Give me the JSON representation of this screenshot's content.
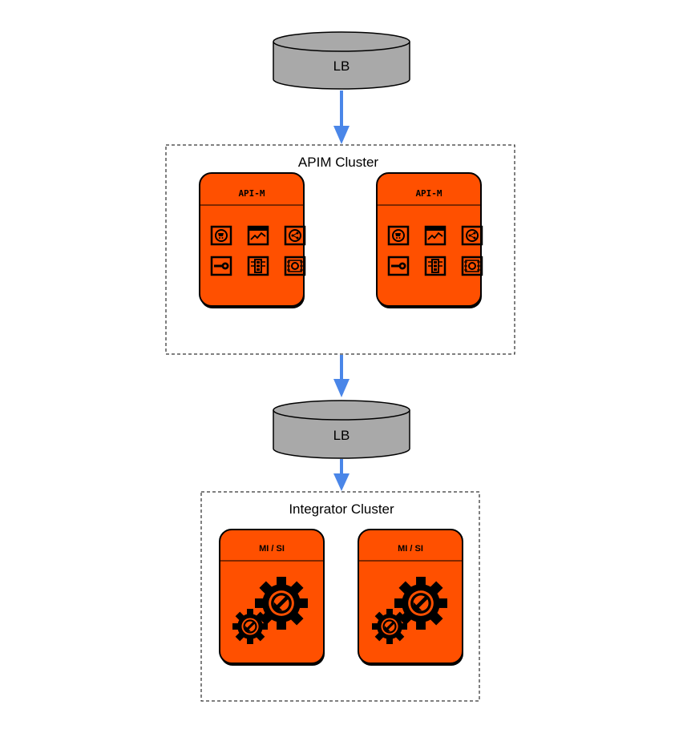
{
  "diagram": {
    "top_lb": {
      "label": "LB"
    },
    "apim_cluster": {
      "title": "APIM Cluster",
      "nodes": [
        {
          "label": "API-M",
          "icons": [
            "store-icon",
            "analytics-icon",
            "share-icon",
            "key-icon",
            "traffic-icon",
            "gateway-icon"
          ]
        },
        {
          "label": "API-M",
          "icons": [
            "store-icon",
            "analytics-icon",
            "share-icon",
            "key-icon",
            "traffic-icon",
            "gateway-icon"
          ]
        }
      ]
    },
    "middle_lb": {
      "label": "LB"
    },
    "integrator_cluster": {
      "title": "Integrator Cluster",
      "nodes": [
        {
          "label": "MI / SI",
          "icon": "gears-icon"
        },
        {
          "label": "MI / SI",
          "icon": "gears-icon"
        }
      ]
    },
    "colors": {
      "node_fill": "#FF5000",
      "lb_fill": "#A9A9A9",
      "arrow": "#4A86E8",
      "border": "#000000"
    }
  }
}
